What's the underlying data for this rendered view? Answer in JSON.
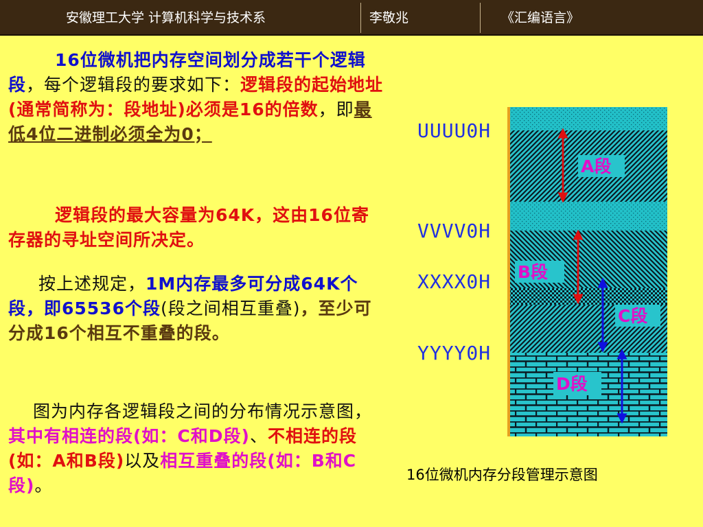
{
  "header": {
    "university": "安徽理工大学  计算机科学与技术系",
    "author": "李敬兆",
    "course": "《汇编语言》"
  },
  "text": {
    "p1_a": "16位微机把内存空间划分成若干个逻辑段",
    "p1_b": "，每个逻辑段的要求如下：",
    "p1_c": "逻辑段的起始地址(通常简称为：段地址)必须是16的倍数",
    "p1_d": "，即",
    "p1_e": "最低4位二进制必须全为0；",
    "p2": "逻辑段的最大容量为64K，这由16位寄存器的寻址空间所决定。",
    "p3_a": "按上述规定，",
    "p3_b": "1M内存最多可分成64K个段，即65536个段",
    "p3_c": "(段之间相互重叠)",
    "p3_d": "，至少可分成16个相互不重叠的段。",
    "p4_a": "图为内存各逻辑段之间的分布情况示意图，",
    "p4_b": "其中有相连的段(如：C和D段)",
    "p4_c": "、",
    "p4_d": "不相连的段(如：A和B段)",
    "p4_e": "以及",
    "p4_f": "相互重叠的段(如：B和C段)",
    "p4_g": "。"
  },
  "diagram": {
    "addresses": [
      "UUUU0H",
      "VVVV0H",
      "XXXX0H",
      "YYYY0H"
    ],
    "segments": [
      {
        "label": "A段",
        "color": "#e010c8"
      },
      {
        "label": "B段",
        "color": "#e010c8"
      },
      {
        "label": "C段",
        "color": "#e010c8"
      },
      {
        "label": "D段",
        "color": "#e010c8"
      }
    ],
    "colors": {
      "memory": "#22c0c8",
      "arrow_red": "#e01010",
      "arrow_blue": "#1010e0",
      "border": "#e8a020"
    },
    "caption": "16位微机内存分段管理示意图"
  }
}
